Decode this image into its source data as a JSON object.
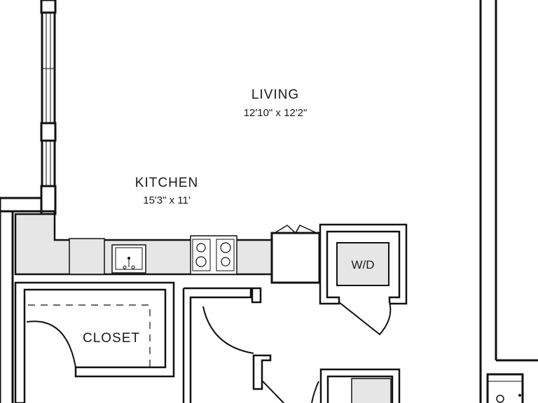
{
  "rooms": {
    "living": {
      "name": "LIVING",
      "dimensions": "12'10\" x 12'2\""
    },
    "kitchen": {
      "name": "KITCHEN",
      "dimensions": "15'3\" x 11'"
    },
    "closet": {
      "name": "CLOSET"
    },
    "laundry": {
      "name": "W/D"
    }
  },
  "colors": {
    "wall": "#111111",
    "counter": "#e6e6e6",
    "background": "#ffffff"
  }
}
